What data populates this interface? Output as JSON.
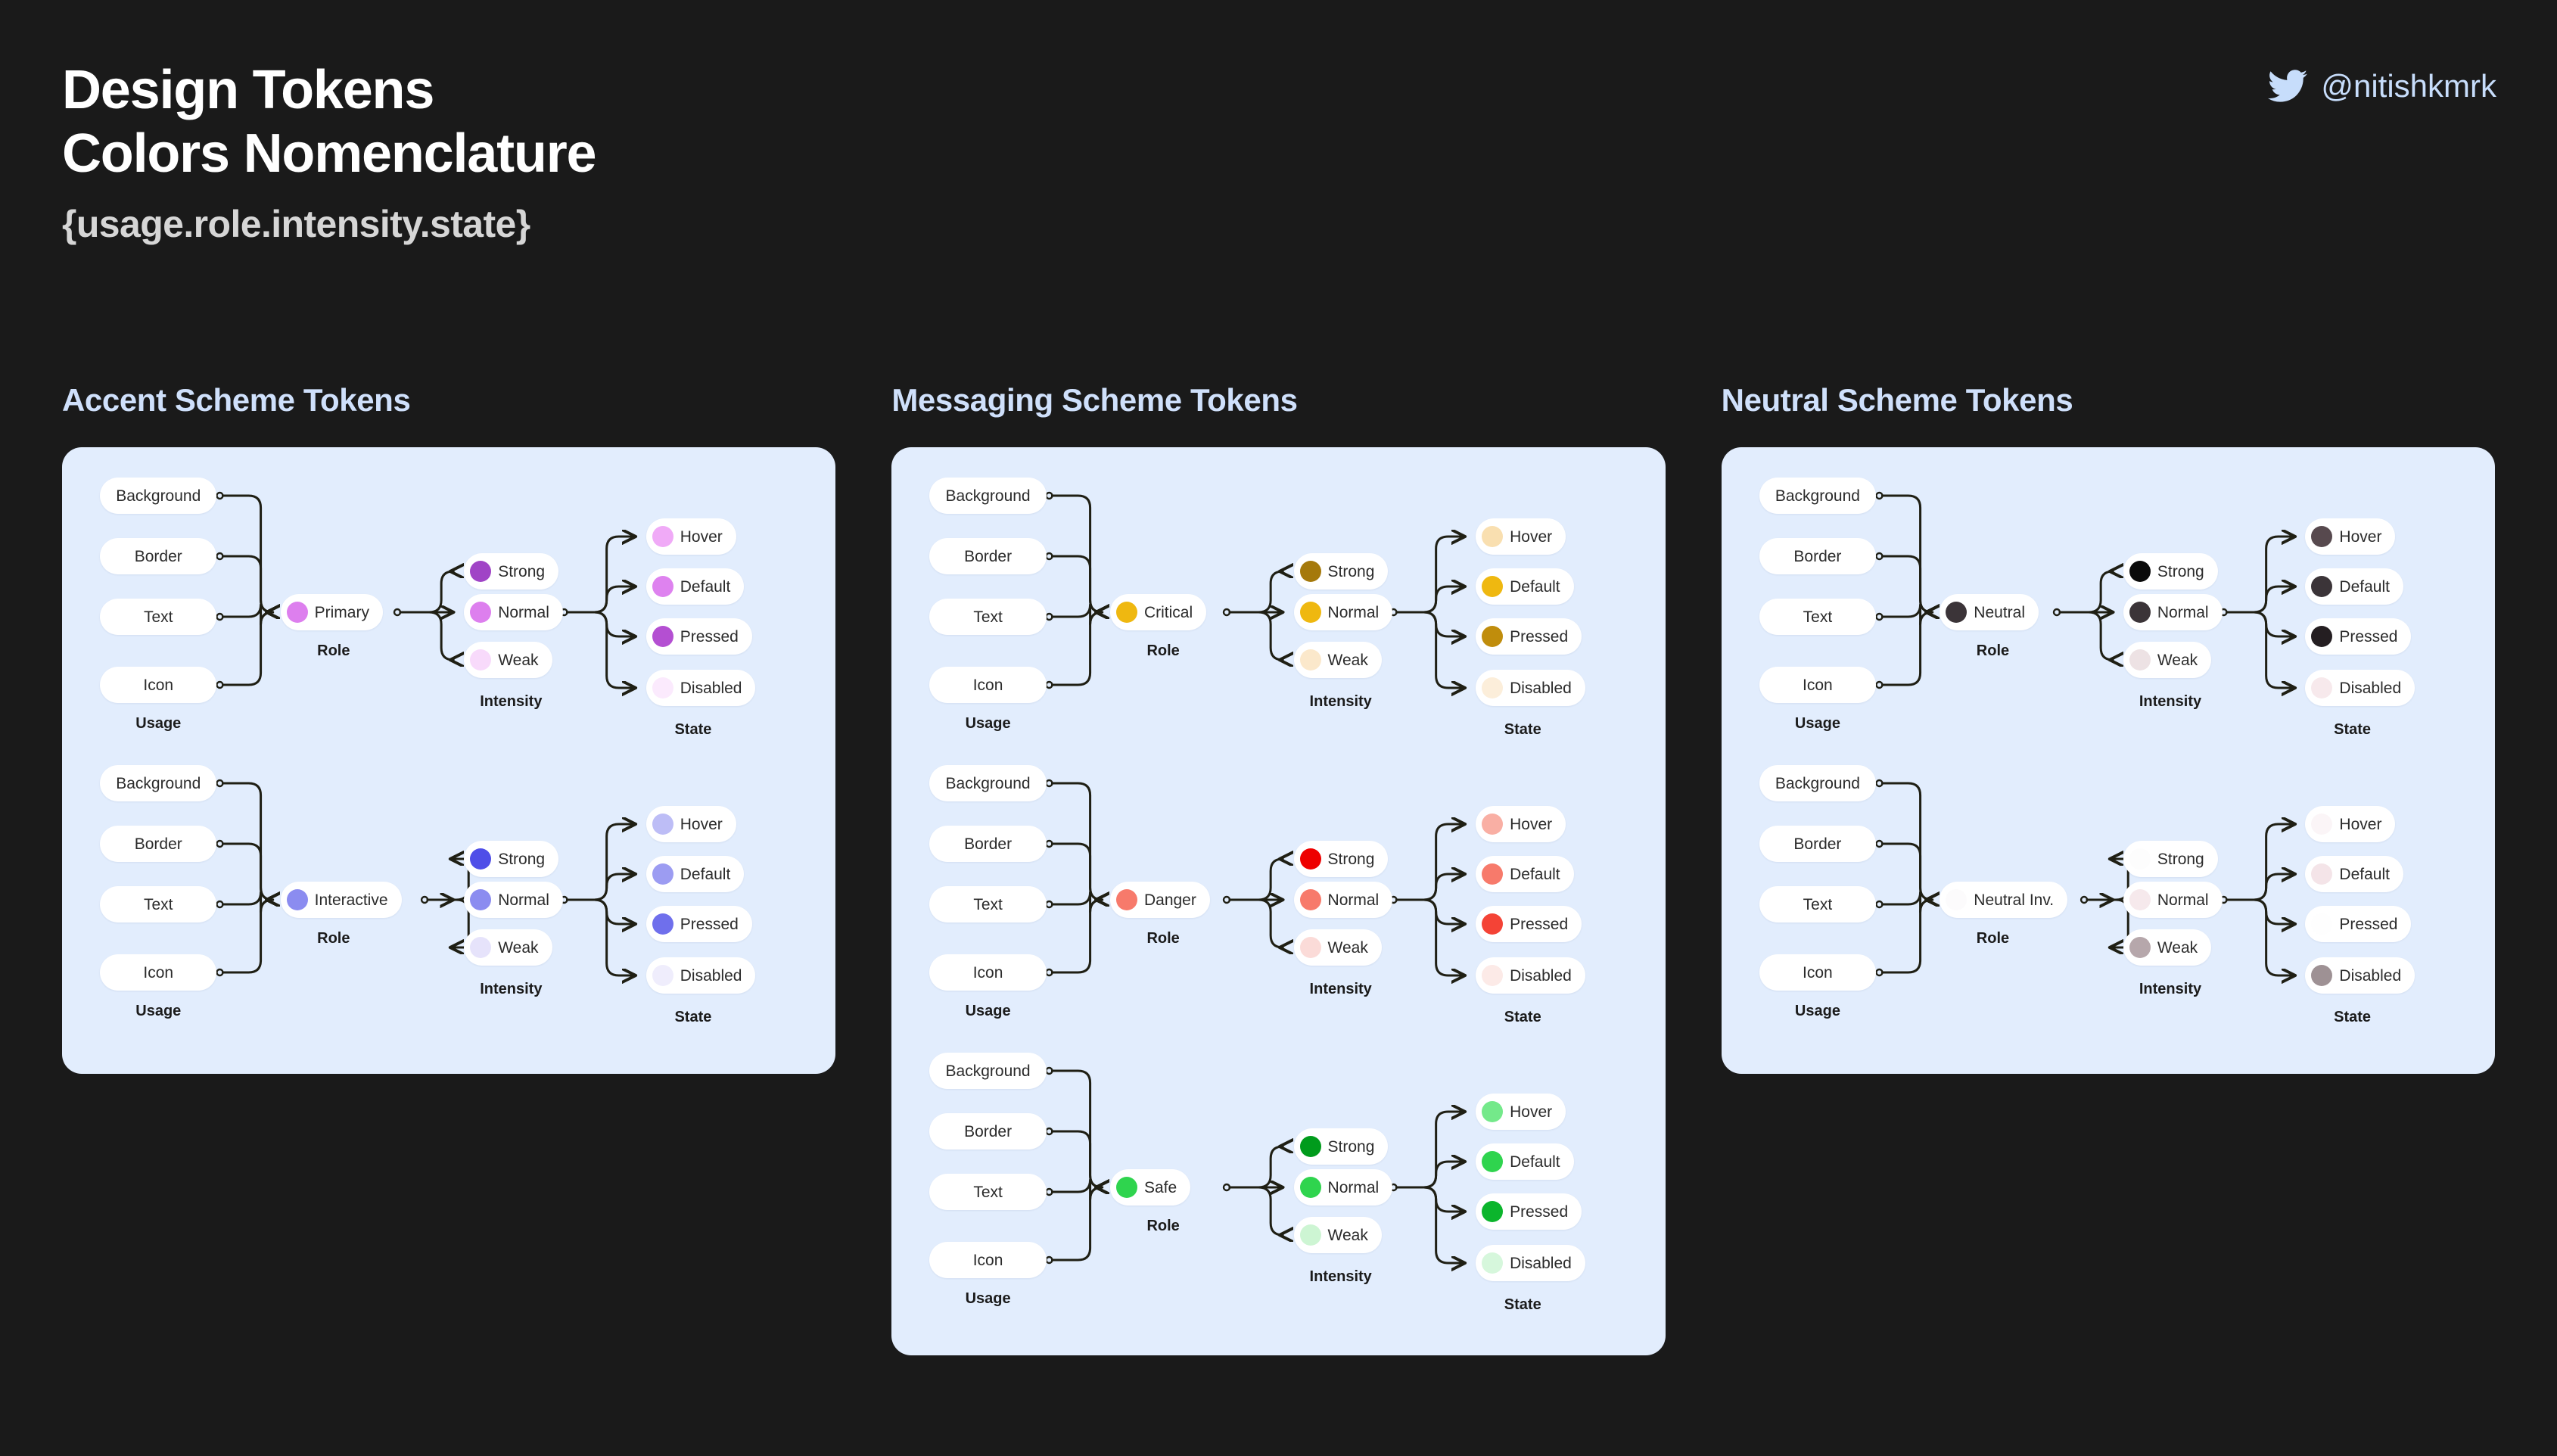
{
  "header": {
    "title_line1": "Design Tokens",
    "title_line2": "Colors Nomenclature",
    "subtitle": "{usage.role.intensity.state}",
    "handle": "@nitishkmrk",
    "handle_icon": "twitter-bird-icon",
    "handle_color": "#C7DDFB",
    "background_color": "#1A1A1A"
  },
  "common": {
    "usage_items": [
      "Background",
      "Border",
      "Text",
      "Icon"
    ],
    "intensity_items": [
      "Strong",
      "Normal",
      "Weak"
    ],
    "state_items": [
      "Hover",
      "Default",
      "Pressed",
      "Disabled"
    ],
    "axis_usage": "Usage",
    "axis_role": "Role",
    "axis_intensity": "Intensity",
    "axis_state": "State",
    "card_background": "#E2EDFD",
    "node_background": "#FFFFFF",
    "connector_color": "#1F1F14"
  },
  "columns": [
    {
      "id": "accent",
      "heading": "Accent Scheme Tokens",
      "trees": [
        {
          "role": "Primary",
          "role_color": "#DD7FEE",
          "intensity_colors": [
            "#A044C6",
            "#DD7FEE",
            "#F8DAFB"
          ],
          "state_colors": [
            "#F0AAF7",
            "#DE82EF",
            "#B44FD2",
            "#FBEAFD"
          ]
        },
        {
          "role": "Interactive",
          "role_color": "#8B8CF0",
          "intensity_colors": [
            "#4F4EE8",
            "#8B8CF0",
            "#E6E3FB"
          ],
          "state_colors": [
            "#BDBDF6",
            "#9C9CF2",
            "#6F6FEC",
            "#EFEDFC"
          ]
        }
      ]
    },
    {
      "id": "messaging",
      "heading": "Messaging Scheme Tokens",
      "trees": [
        {
          "role": "Critical",
          "role_color": "#EFB810",
          "intensity_colors": [
            "#A5790B",
            "#EFB810",
            "#FBE8CB"
          ],
          "state_colors": [
            "#F9DFB0",
            "#EFB810",
            "#C08D0C",
            "#FCEEDA"
          ]
        },
        {
          "role": "Danger",
          "role_color": "#F77A6B",
          "intensity_colors": [
            "#EE0000",
            "#F77A6B",
            "#FBDBD8"
          ],
          "state_colors": [
            "#F9AFA4",
            "#F77A6B",
            "#F44336",
            "#FCEAE7"
          ]
        },
        {
          "role": "Safe",
          "role_color": "#2FD44E",
          "intensity_colors": [
            "#009B1C",
            "#2FD44E",
            "#CDF5D3"
          ],
          "state_colors": [
            "#74E98A",
            "#2FD44E",
            "#0BB52C",
            "#D6F7DC"
          ]
        }
      ]
    },
    {
      "id": "neutral",
      "heading": "Neutral Scheme Tokens",
      "trees": [
        {
          "role": "Neutral",
          "role_color": "#3B3438",
          "intensity_colors": [
            "#0A0A0A",
            "#3B3438",
            "#EDE2E4"
          ],
          "state_colors": [
            "#57494E",
            "#3B3438",
            "#241E21",
            "#F7E9EC"
          ]
        },
        {
          "role": "Neutral Inv.",
          "role_color": "#FCFBFC",
          "intensity_colors": [
            "#FDFDFD",
            "#F6E9EC",
            "#B6A7AB"
          ],
          "state_colors": [
            "#FBF5F7",
            "#F4E4E8",
            "#FEFEFE",
            "#9E9194"
          ]
        }
      ]
    }
  ]
}
